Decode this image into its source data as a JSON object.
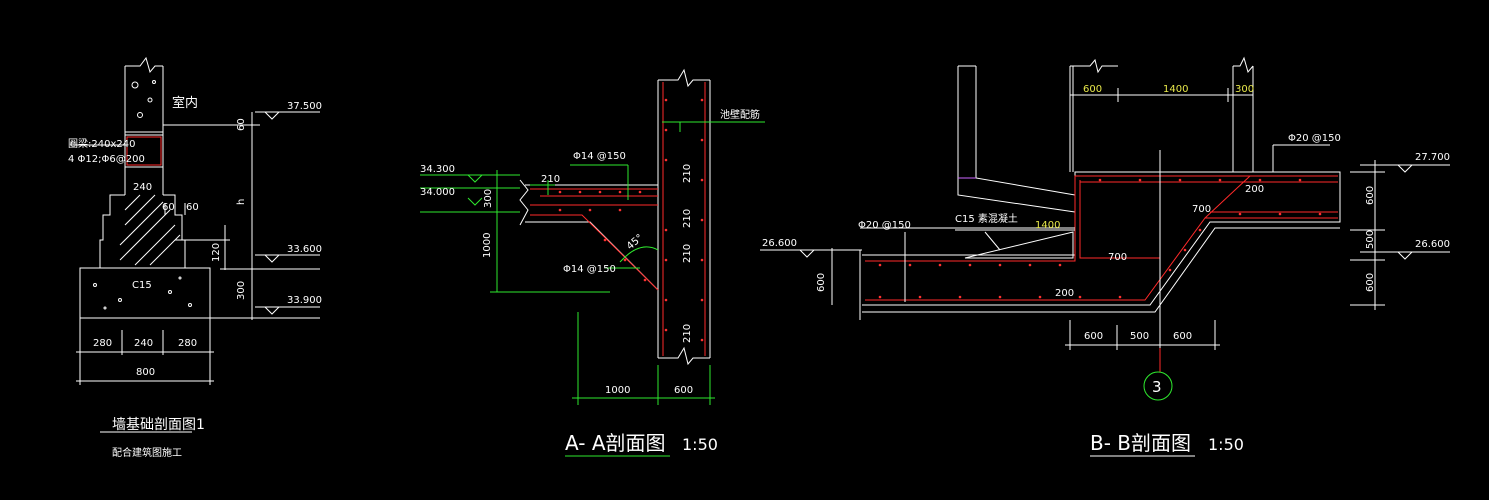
{
  "detail1": {
    "room_label": "室内",
    "ring_beam": "圈梁:240x240",
    "ring_beam_rebar": "4 Φ12;Φ6@200",
    "dim_240_wall": "240",
    "dim_60": "60",
    "dim_60b": "60",
    "dim_60c": "60",
    "dim_h": "h",
    "dim_120": "120",
    "dim_300": "300",
    "concrete": "C15",
    "elev_top": "37.500",
    "elev_mid": "33.600",
    "elev_bot": "33.900",
    "dims_bottom": [
      "280",
      "240",
      "280"
    ],
    "dim_total": "800",
    "title": "墙基础剖面图1",
    "subtitle": "配合建筑图施工"
  },
  "sectionA": {
    "elev_1": "34.300",
    "elev_2": "34.000",
    "dim_210a": "210",
    "dim_300": "300",
    "dim_1000v": "1000",
    "rebar_top": "Φ14 @150",
    "rebar_bot": "Φ14 @150",
    "angle": "45°",
    "wall_label": "池壁配筋",
    "wall_dims": [
      "210",
      "210",
      "210",
      "210"
    ],
    "dims_bottom": [
      "1000",
      "600"
    ],
    "title": "A- A剖面图",
    "scale": "1:50"
  },
  "sectionB": {
    "dims_top": [
      "600",
      "1400",
      "300"
    ],
    "rebar_right": "Φ20 @150",
    "rebar_left": "Φ20 @150",
    "elev_right_top": "27.700",
    "elev_right_bot": "26.600",
    "elev_left": "26.600",
    "concrete_label": "C15 素混凝土",
    "dim_1400": "1400",
    "dim_700a": "700",
    "dim_700b": "700",
    "dim_200a": "200",
    "dim_200b": "200",
    "dim_600_left": "600",
    "right_dims": [
      "600",
      "500",
      "600"
    ],
    "dims_bottom": [
      "600",
      "500",
      "600"
    ],
    "axis_label": "3",
    "title": "B- B剖面图",
    "scale": "1:50"
  }
}
